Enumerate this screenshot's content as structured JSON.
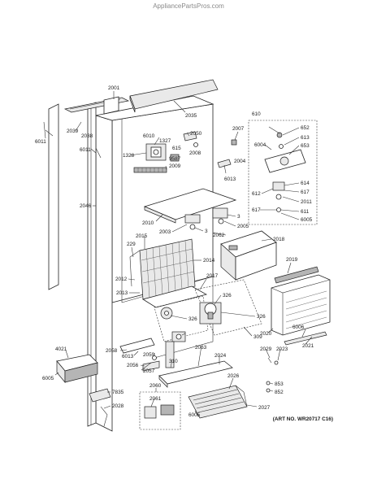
{
  "watermark": "AppliancePartsPros.com",
  "art_no": "(ART NO. WR20717 C16)",
  "labels": {
    "p2001": "2001",
    "p2035": "2035",
    "p2039": "2039",
    "p2038": "2038",
    "p6011a": "6011",
    "p6011b": "6011",
    "p6010": "6010",
    "p1327": "1327",
    "p2050": "2050",
    "p2008": "2008",
    "p615": "615",
    "p1328": "1328",
    "p9587": "9587",
    "p2009": "2009",
    "p2007": "2007",
    "p610": "610",
    "p652": "652",
    "p613": "613",
    "p6004": "6004",
    "p653": "653",
    "p2004": "2004",
    "p6013a": "6013",
    "p614": "614",
    "p612": "612",
    "p617a": "617",
    "p2011": "2011",
    "p617b": "617",
    "p611": "611",
    "p6005a": "6005",
    "p2046": "2046",
    "p2010": "2010",
    "p2003": "2003",
    "p2005": "2005",
    "p3a": "3",
    "p3b": "3",
    "p2062": "2062",
    "p2015": "2015",
    "p2018": "2018",
    "p229": "229",
    "p2014": "2014",
    "p2019": "2019",
    "p2012": "2012",
    "p2013": "2013",
    "p2017": "2017",
    "p326a": "326",
    "p326b": "326",
    "p326c": "326",
    "p309": "309",
    "p2020": "2020",
    "p6006": "6006",
    "p2021": "2021",
    "p2058": "2058",
    "p6013b": "6013",
    "p2059": "2059",
    "p310": "310",
    "p2063": "2063",
    "p2024": "2024",
    "p2029": "2029",
    "p2023": "2023",
    "p4021": "4021",
    "p2056": "2056",
    "p2057": "2057",
    "p6005b": "6005",
    "p2060": "2060",
    "p2026": "2026",
    "p853": "853",
    "p852": "852",
    "p7835": "7835",
    "p2061": "2061",
    "p2028": "2028",
    "p2027": "2027",
    "p6005c": "6005"
  }
}
